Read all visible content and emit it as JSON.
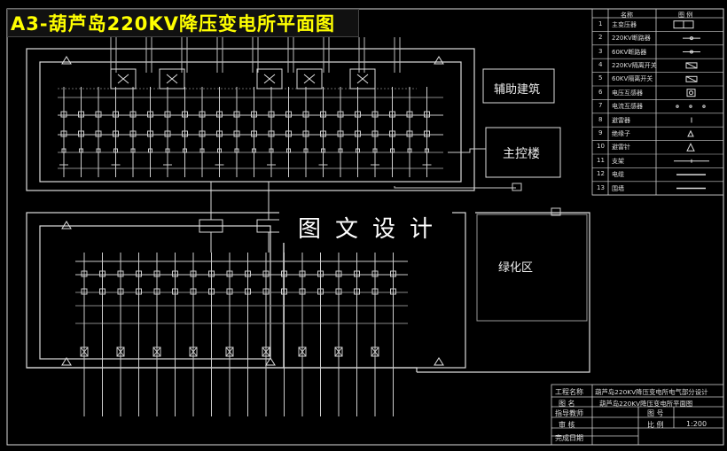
{
  "title": "A3-葫芦岛220KV降压变电所平面图",
  "watermark": "图文设计",
  "areas": {
    "auxiliary": "辅助建筑",
    "control": "主控楼",
    "green": "绿化区"
  },
  "legend": {
    "header_name": "名称",
    "header_symbol": "图 例",
    "rows": [
      {
        "no": "1",
        "name": "主变压器",
        "icon": "transformer-symbol"
      },
      {
        "no": "2",
        "name": "220KV断路器",
        "icon": "breaker-symbol"
      },
      {
        "no": "3",
        "name": "60KV断路器",
        "icon": "breaker-symbol"
      },
      {
        "no": "4",
        "name": "220KV隔离开关",
        "icon": "disconnector-symbol"
      },
      {
        "no": "5",
        "name": "60KV隔离开关",
        "icon": "disconnector-symbol"
      },
      {
        "no": "6",
        "name": "电压互感器",
        "icon": "voltage-transformer-symbol"
      },
      {
        "no": "7",
        "name": "电流互感器",
        "icon": "current-transformer-symbol"
      },
      {
        "no": "8",
        "name": "避雷器",
        "icon": "arrester-symbol"
      },
      {
        "no": "9",
        "name": "绝缘子",
        "icon": "insulator-symbol"
      },
      {
        "no": "10",
        "name": "避雷针",
        "icon": "lightning-rod-symbol"
      },
      {
        "no": "11",
        "name": "支架",
        "icon": "support-symbol"
      },
      {
        "no": "12",
        "name": "电缆",
        "icon": "cable-symbol"
      },
      {
        "no": "13",
        "name": "围墙",
        "icon": "wall-symbol"
      }
    ]
  },
  "title_block": {
    "project_label": "工程名称",
    "project_value": "葫芦岛220KV降压变电所电气部分设计",
    "drawing_label": "图 名",
    "drawing_value": "葫芦岛220KV降压变电所平面图",
    "advisor_label": "指导教师",
    "review_label": "审 核",
    "completion_label": "完成日期",
    "scale_label": "比 例",
    "scale_value": "1:200",
    "sheet_label": "图 号"
  },
  "colors": {
    "background": "#000000",
    "title": "#ffff00",
    "lines": "#ffffff",
    "accent": "#d0d0d0"
  }
}
